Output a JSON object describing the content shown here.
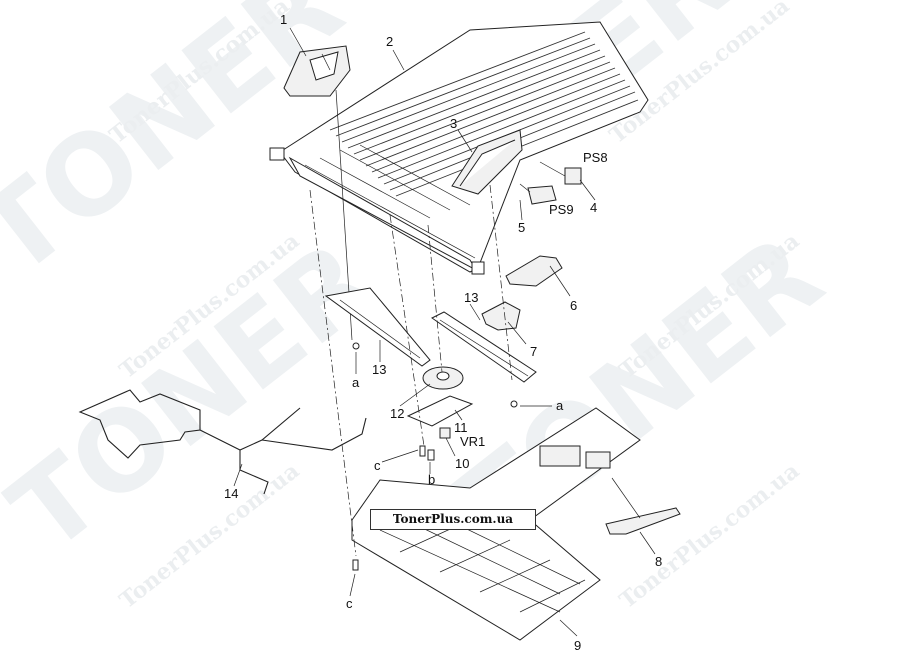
{
  "watermark": {
    "big": "TONER",
    "site_small": "TonerPlus.com.ua",
    "site_banner": "TonerPlus.com.ua"
  },
  "callouts": {
    "c1": "1",
    "c2": "2",
    "c3": "3",
    "c4": "4",
    "c5": "5",
    "c6": "6",
    "c7": "7",
    "c8": "8",
    "c9": "9",
    "c10": "10",
    "c11": "11",
    "c12": "12",
    "c13a": "13",
    "c13b": "13",
    "c14": "14",
    "ps8": "PS8",
    "ps9": "PS9",
    "vr1": "VR1",
    "a1": "a",
    "a2": "a",
    "b": "b",
    "c_1": "c",
    "c_2": "c"
  }
}
